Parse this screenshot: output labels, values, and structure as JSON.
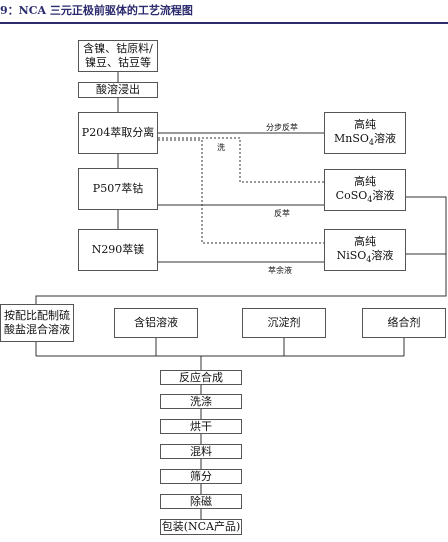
{
  "title": "9：NCA 三元正极前驱体的工艺流程图",
  "nodes": {
    "raw_materials": [
      "含镍、钴原料/",
      "镍豆、钴豆等"
    ],
    "acid_leach": "酸溶浸出",
    "p204": "P204萃取分离",
    "p507": "P507萃钴",
    "n290": "N290萃镁",
    "mn_product": [
      "高纯",
      "MnSO",
      "4",
      "溶液"
    ],
    "co_product": [
      "高纯",
      "CoSO",
      "4",
      "溶液"
    ],
    "ni_product": [
      "高纯",
      "NiSO",
      "4",
      "溶液"
    ],
    "mix_solution": [
      "按配比配制硫",
      "酸盐混合溶液"
    ],
    "al_solution": "含铝溶液",
    "precipitant": "沉淀剂",
    "complexing": "络合剂",
    "reaction": "反应合成",
    "washing": "洗涤",
    "drying": "烘干",
    "blending": "混料",
    "sieving": "筛分",
    "demagnet": "除磁",
    "packaging": "包装(NCA产品)"
  },
  "edge_labels": {
    "step_strip": "分步反萃",
    "wash": "洗",
    "strip": "反萃",
    "raffinate": "萃余液"
  }
}
